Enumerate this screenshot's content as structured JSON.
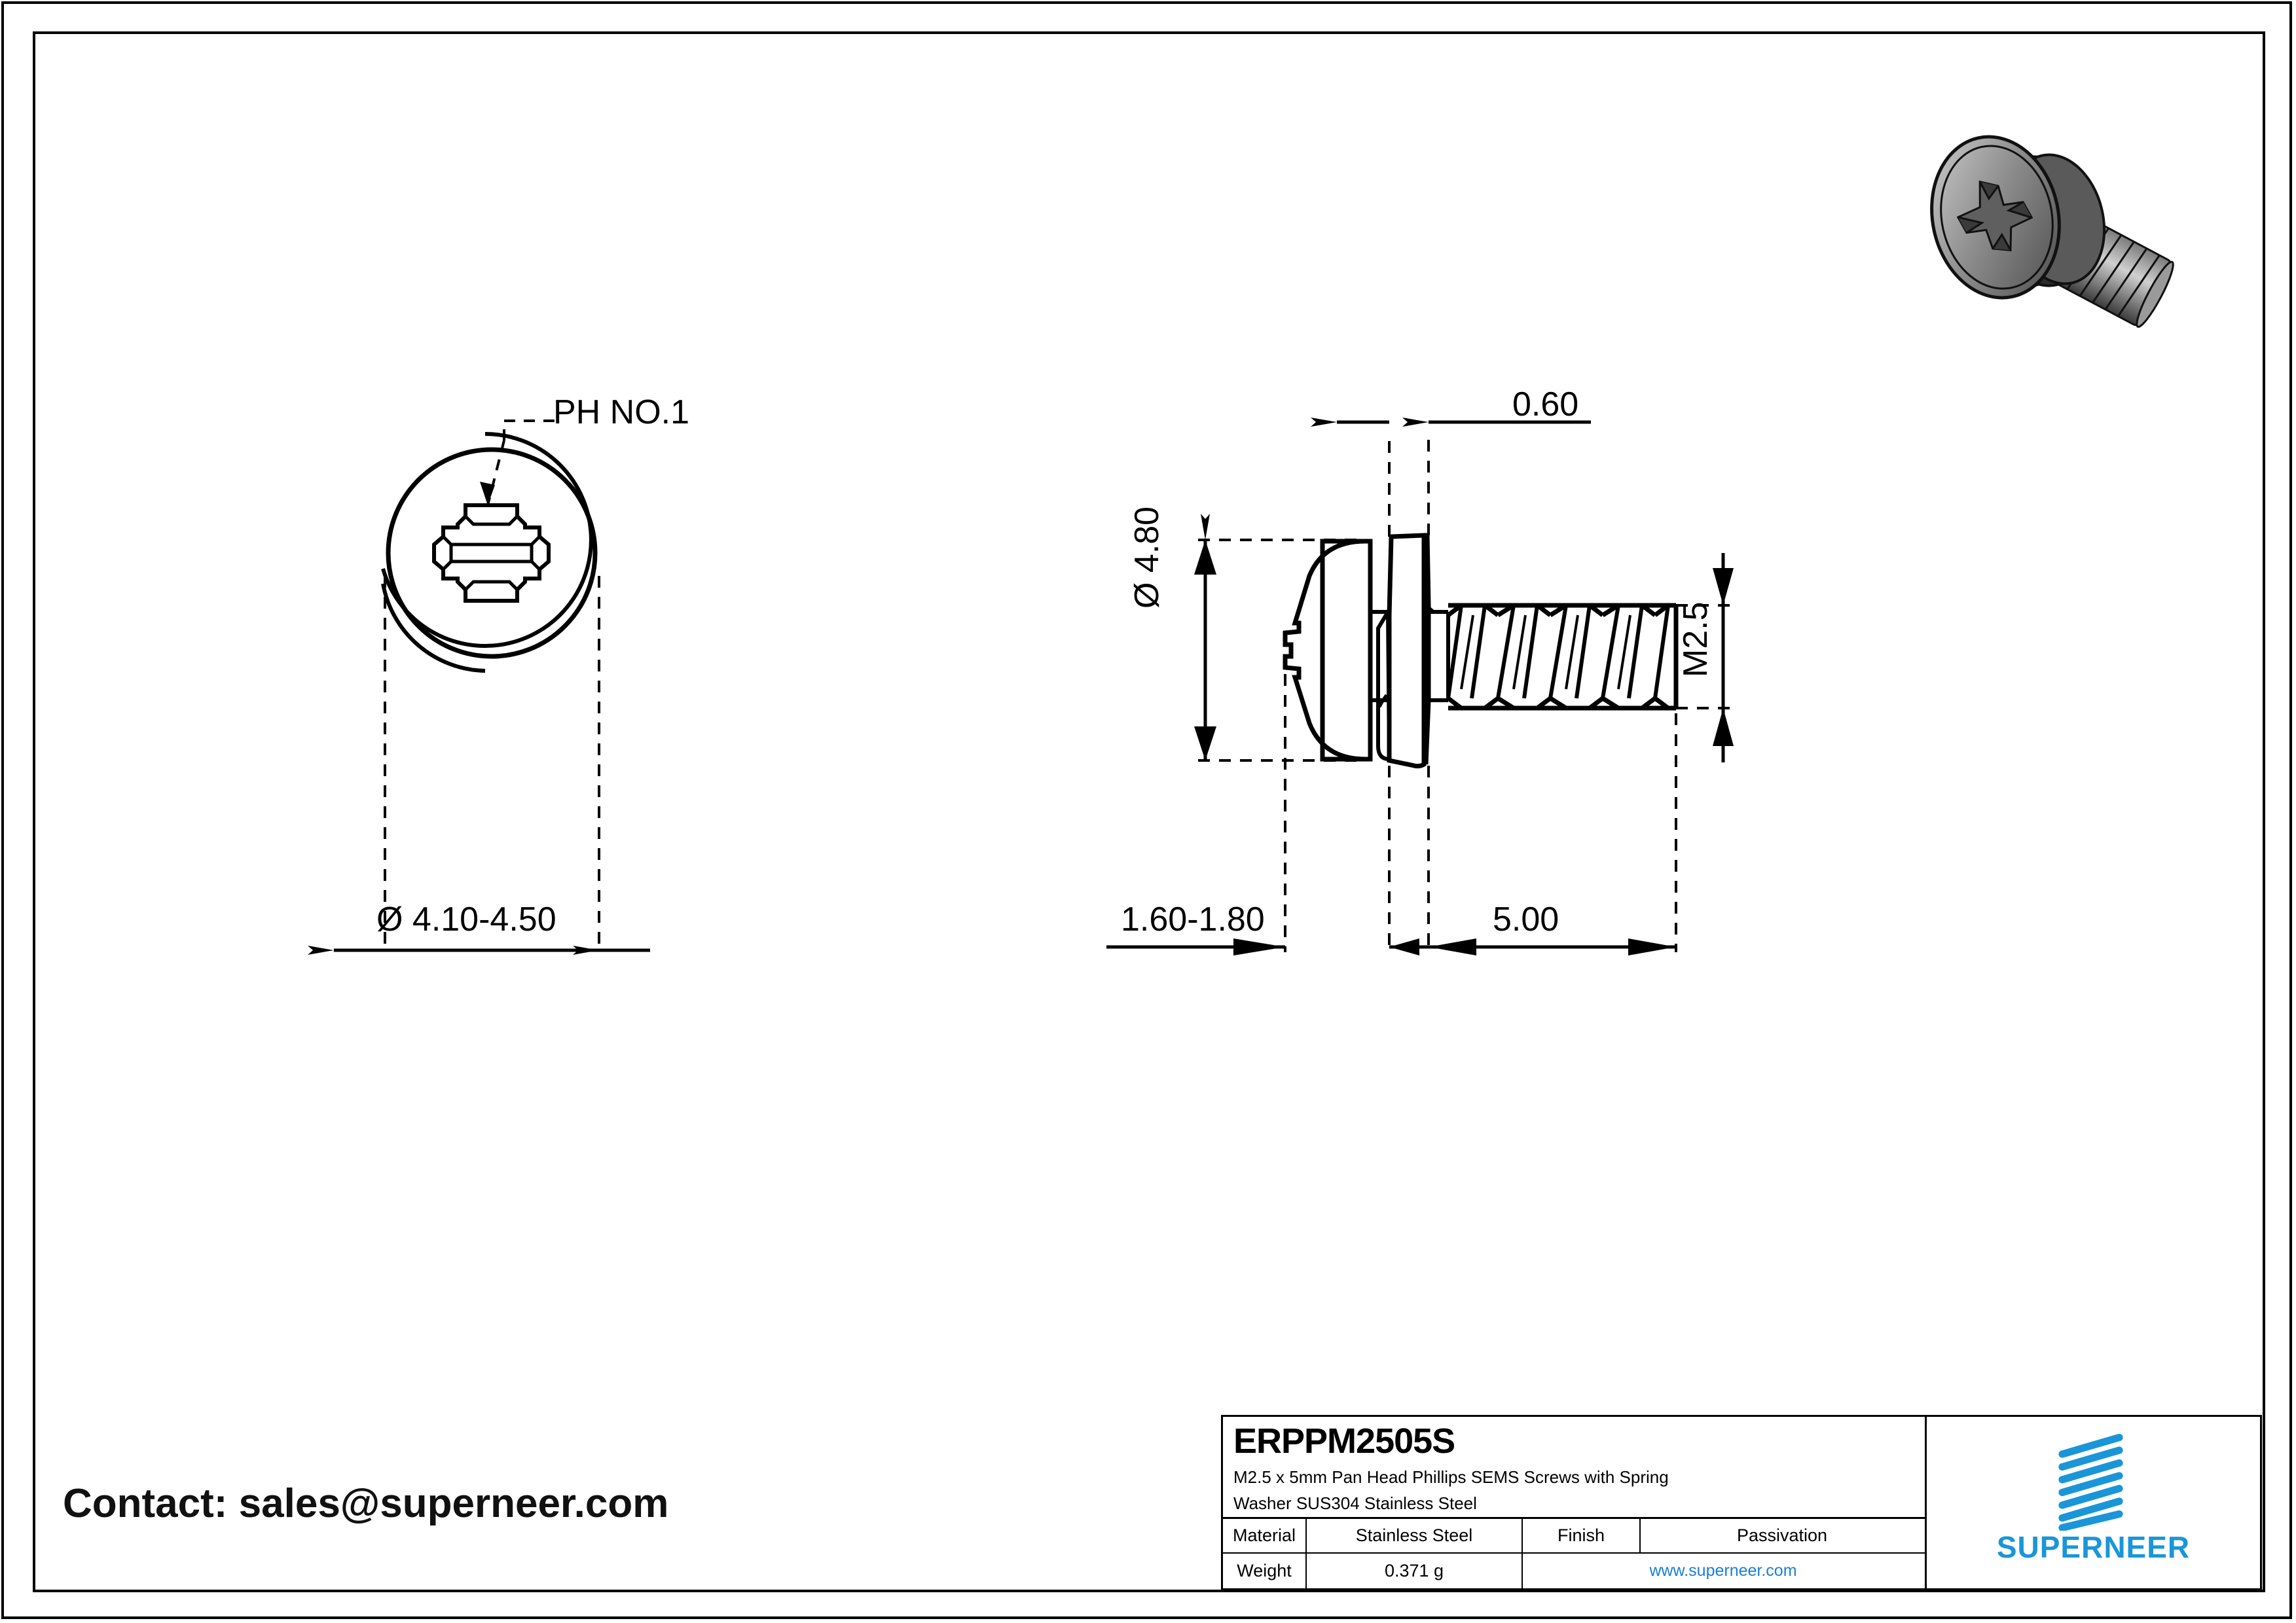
{
  "drawing": {
    "views": {
      "top_view": {
        "callout": "PH NO.1",
        "diameter_dim": "Ø 4.10-4.50"
      },
      "side_view": {
        "washer_thickness_dim": "0.60",
        "head_diameter_dim": "Ø 4.80",
        "thread_spec_dim": "M2.5",
        "head_height_dim": "1.60-1.80",
        "thread_length_dim": "5.00"
      }
    }
  },
  "title_block": {
    "part_number": "ERPPM2505S",
    "description_line1": "M2.5 x 5mm Pan Head Phillips SEMS Screws with Spring",
    "description_line2": "Washer SUS304 Stainless Steel",
    "material_label": "Material",
    "material_value": "Stainless Steel",
    "finish_label": "Finish",
    "finish_value": "Passivation",
    "weight_label": "Weight",
    "weight_value": "0.371 g",
    "website": "www.superneer.com",
    "logo_text": "SUPERNEER",
    "brand_color": "#1a96d8"
  },
  "contact": {
    "text": "Contact: sales@superneer.com"
  },
  "icons": {
    "screw_3d": "screw-3d-render-icon",
    "logo_mark": "superneer-logo-mark-icon"
  }
}
